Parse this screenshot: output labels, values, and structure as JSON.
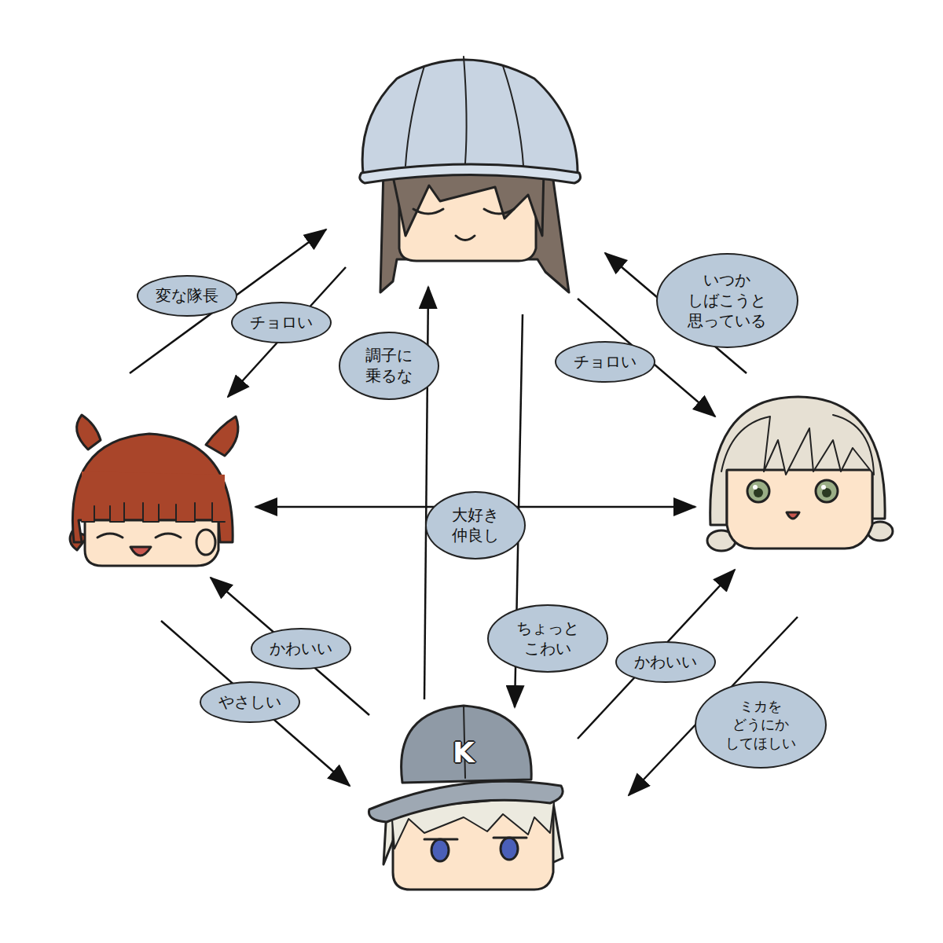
{
  "diagram": {
    "nodes": [
      {
        "text": []
      },
      {
        "text": []
      },
      {
        "text": []
      },
      {
        "text": [
          "K"
        ]
      }
    ],
    "edges": [
      {
        "from": 1,
        "to": 0,
        "arrow": "to",
        "label": "変な隊長"
      },
      {
        "from": 0,
        "to": 1,
        "arrow": "to",
        "label": "チョロい"
      },
      {
        "from": 3,
        "to": 0,
        "arrow": "to",
        "label": "調子に 乗るな"
      },
      {
        "from": 0,
        "to": 3,
        "arrow": "to",
        "label": "ちょっと こわい"
      },
      {
        "from": 0,
        "to": 2,
        "arrow": "to",
        "label": "チョロい"
      },
      {
        "from": 2,
        "to": 0,
        "arrow": "to",
        "label": "いつか しばこうと 思っている"
      },
      {
        "from": 1,
        "to": 2,
        "arrow": "both",
        "label": "大好き 仲良し"
      },
      {
        "from": 3,
        "to": 1,
        "arrow": "to",
        "label": "かわいい"
      },
      {
        "from": 1,
        "to": 3,
        "arrow": "to",
        "label": "やさしい"
      },
      {
        "from": 3,
        "to": 2,
        "arrow": "to",
        "label": "かわいい"
      },
      {
        "from": 2,
        "to": 3,
        "arrow": "to",
        "label": "ミカを どうにか してほしい"
      }
    ]
  }
}
